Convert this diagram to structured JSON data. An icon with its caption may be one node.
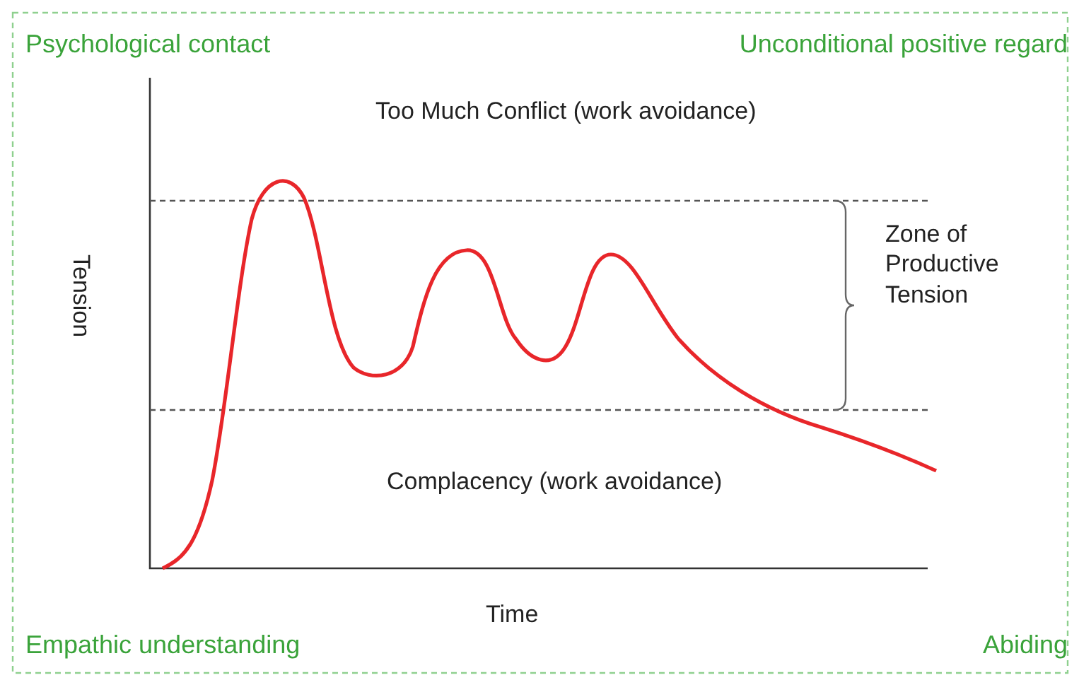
{
  "diagram": {
    "labels": [
      "Psychological contact",
      "Unconditional positive regard",
      "Too Much Conflict (work avoidance)",
      "Tension",
      "Zone of Productive Tension",
      "Complacency (work avoidance)",
      "Time",
      "Empathic understanding",
      "Abiding"
    ]
  }
}
